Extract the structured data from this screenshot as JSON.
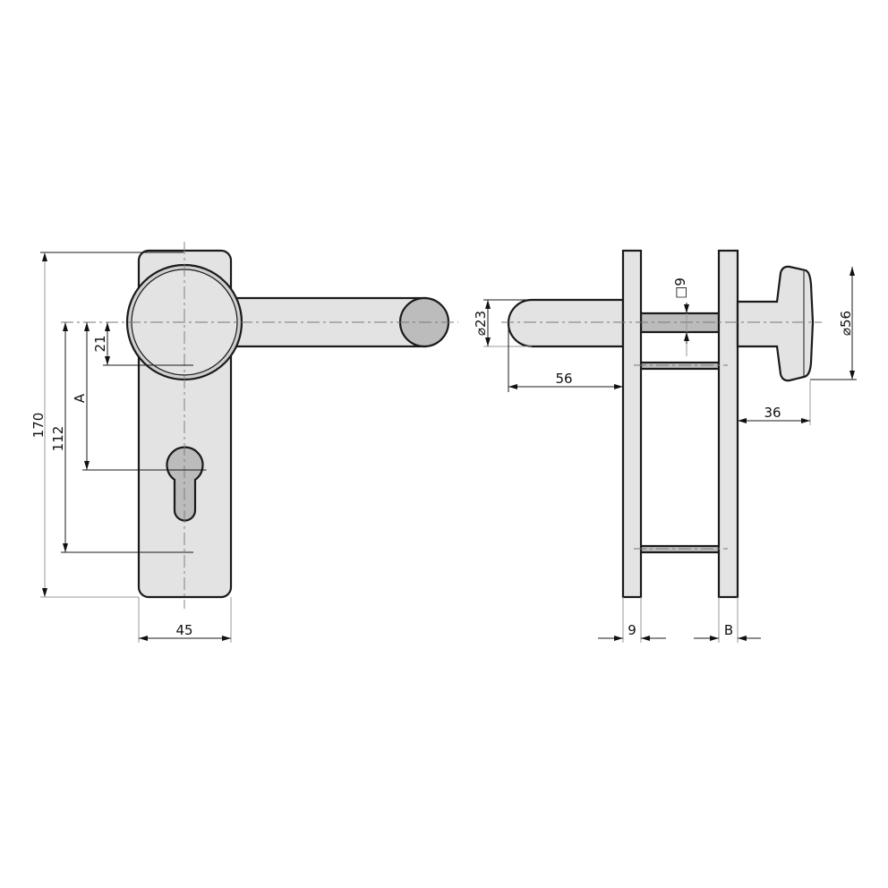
{
  "drawing": {
    "front_view": {
      "dim_total_height": "170",
      "dim_cylinder_distance": "112",
      "dim_a": "A",
      "dim_rose_offset": "21",
      "dim_plate_width": "45"
    },
    "side_view": {
      "dim_lever_diameter": "⌀23",
      "dim_lever_length": "56",
      "dim_spindle_square": "□9",
      "dim_knob_diameter": "⌀56",
      "dim_knob_projection": "36",
      "dim_plate_thickness": "9",
      "dim_door_thickness": "B"
    },
    "colors": {
      "part_fill": "#e3e3e3",
      "dark_fill": "#bcbcbc",
      "outline": "#1a1a1a"
    }
  }
}
